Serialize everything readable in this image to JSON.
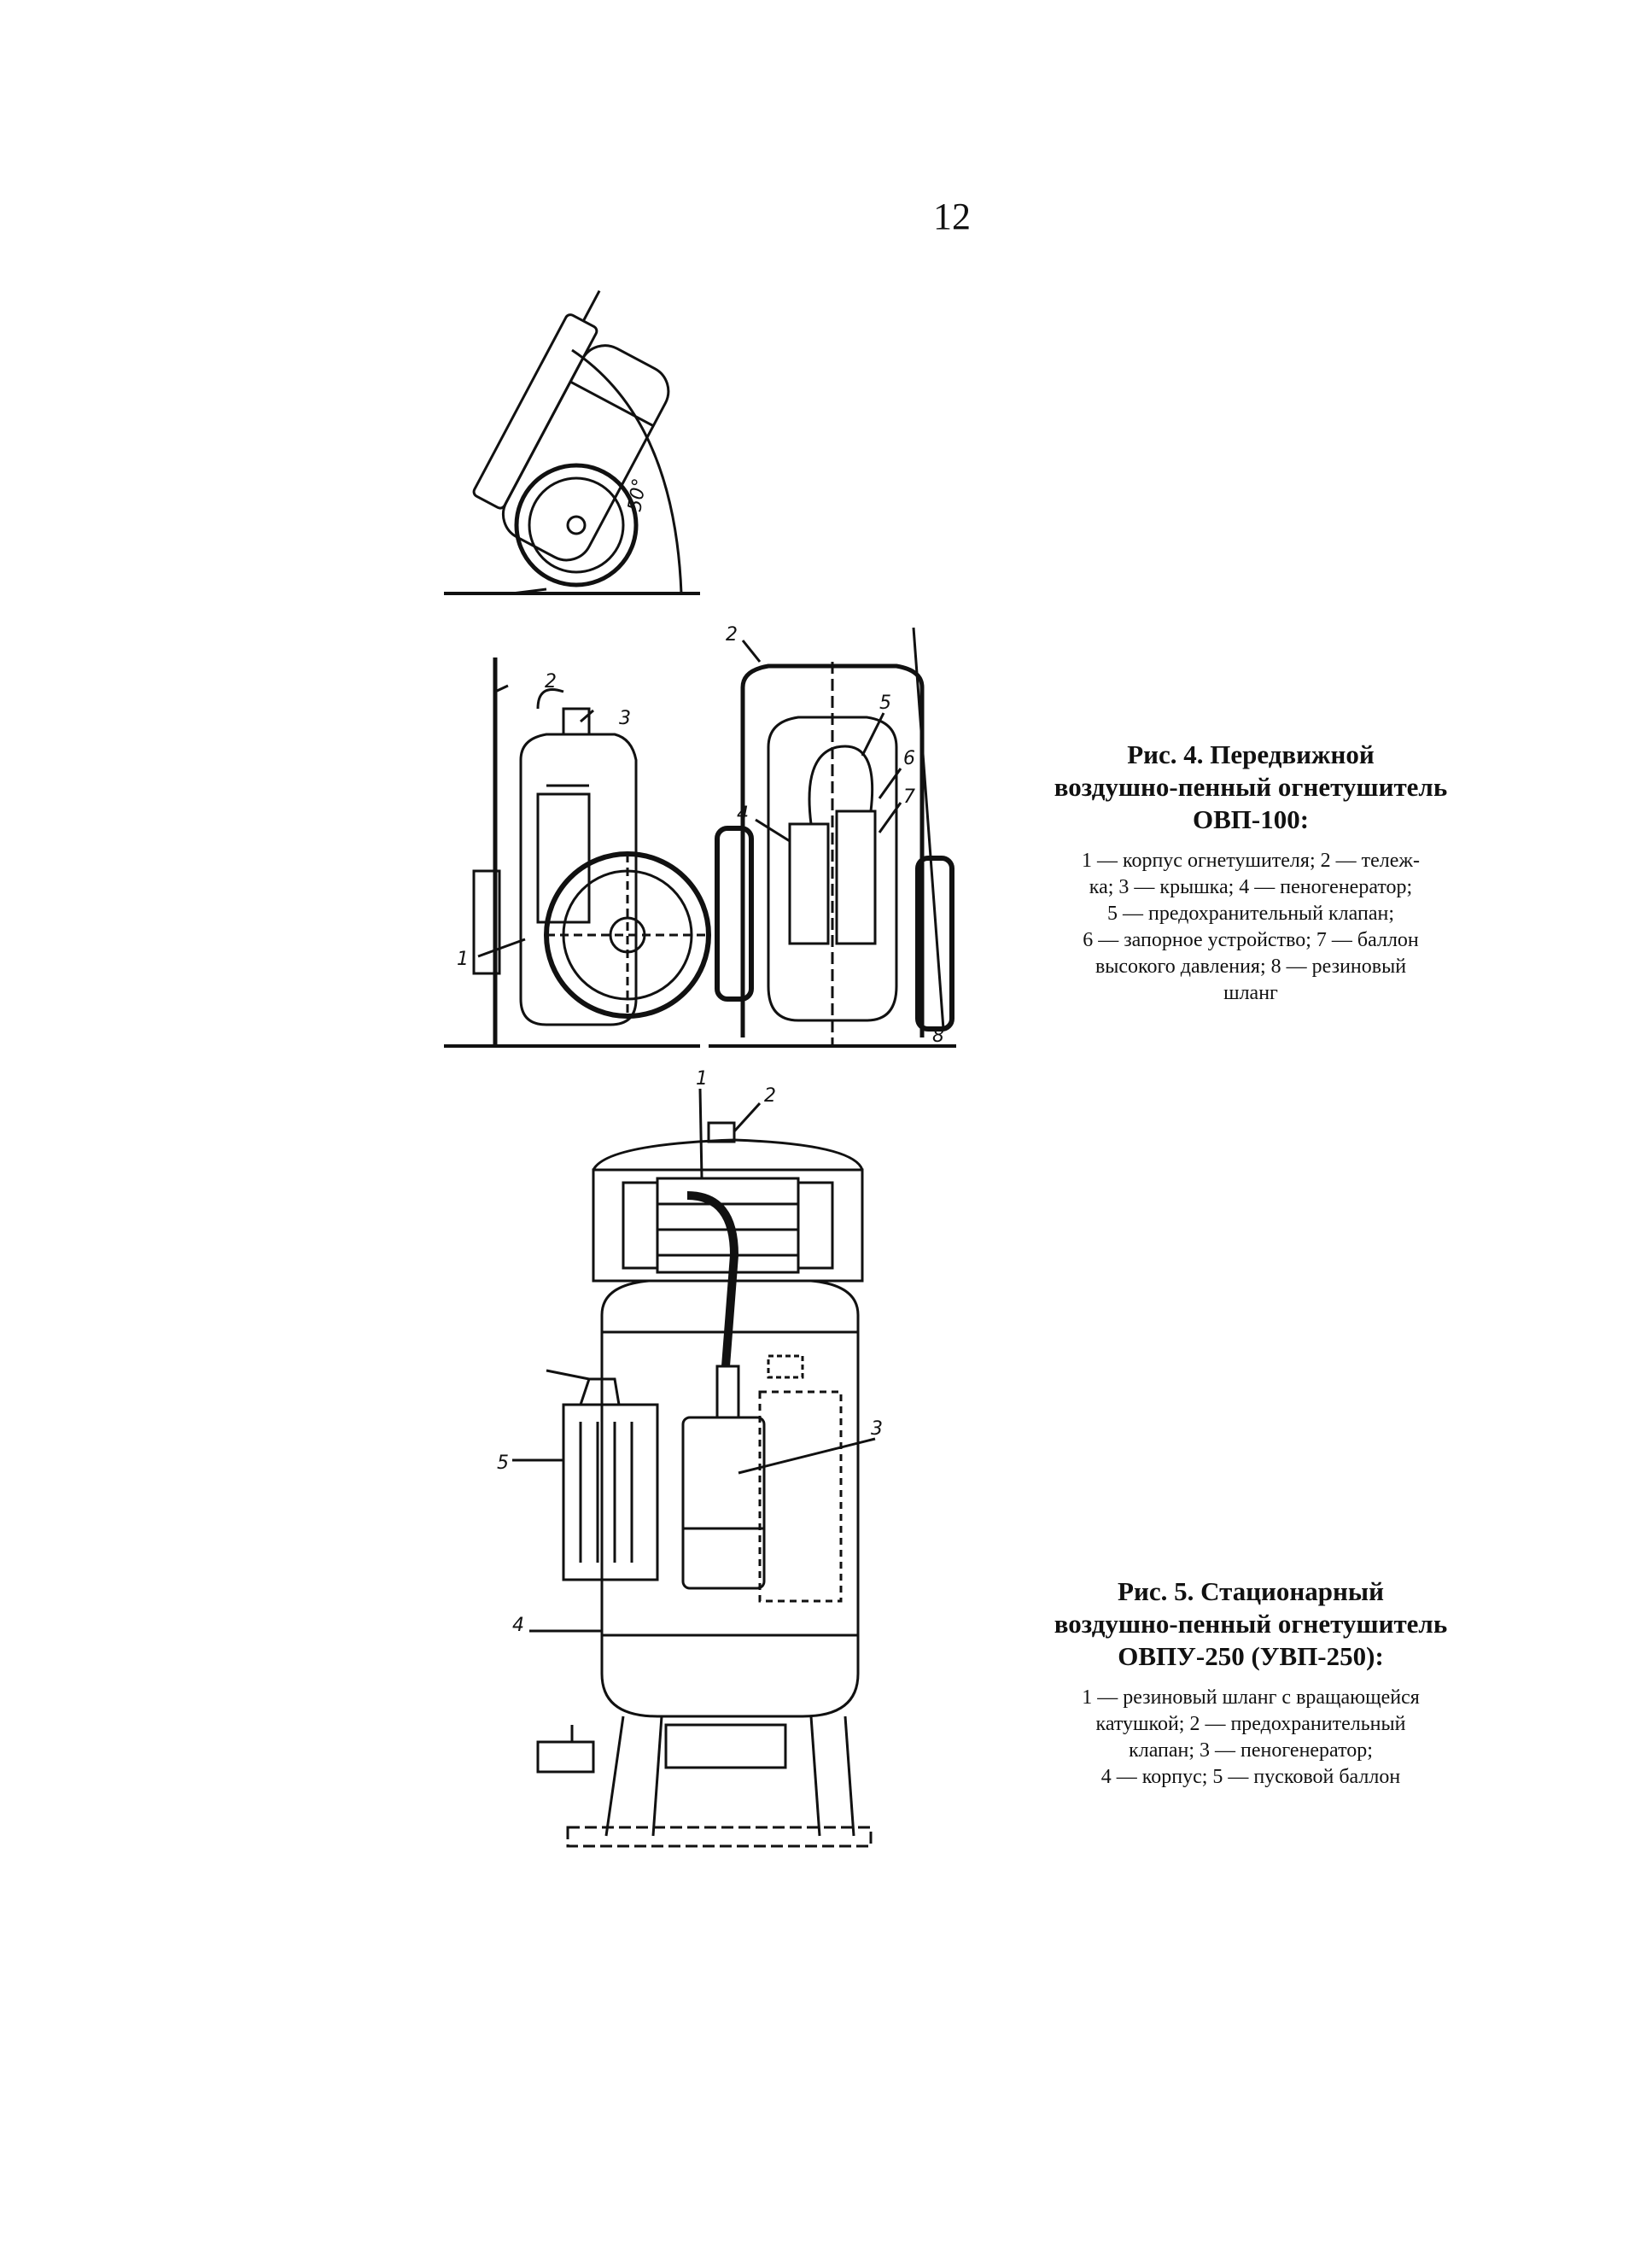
{
  "page": {
    "number": "12"
  },
  "figure4": {
    "angle_label": "50°",
    "callouts": [
      "1",
      "2",
      "3",
      "4",
      "5",
      "6",
      "7",
      "8"
    ],
    "caption": {
      "title_lines": [
        "Рис. 4. Передвижной",
        "воздушно-пенный огнетушитель",
        "ОВП-100:"
      ],
      "legend_lines": [
        "1 — корпус огнетушителя; 2 — тележ-",
        "ка; 3 — крышка; 4 — пеногенератор;",
        "5 — предохранительный клапан;",
        "6 — запорное устройство; 7 — баллон",
        "высокого давления; 8 — резиновый",
        "шланг"
      ]
    }
  },
  "figure5": {
    "callouts": [
      "1",
      "2",
      "3",
      "4",
      "5"
    ],
    "caption": {
      "title_lines": [
        "Рис. 5. Стационарный",
        "воздушно-пенный огнетушитель",
        "ОВПУ-250 (УВП-250):"
      ],
      "legend_lines": [
        "1 — резиновый шланг с вращающейся",
        "катушкой; 2 — предохранительный",
        "клапан; 3 — пеногенератор;",
        "4 — корпус; 5 — пусковой баллон"
      ]
    }
  }
}
